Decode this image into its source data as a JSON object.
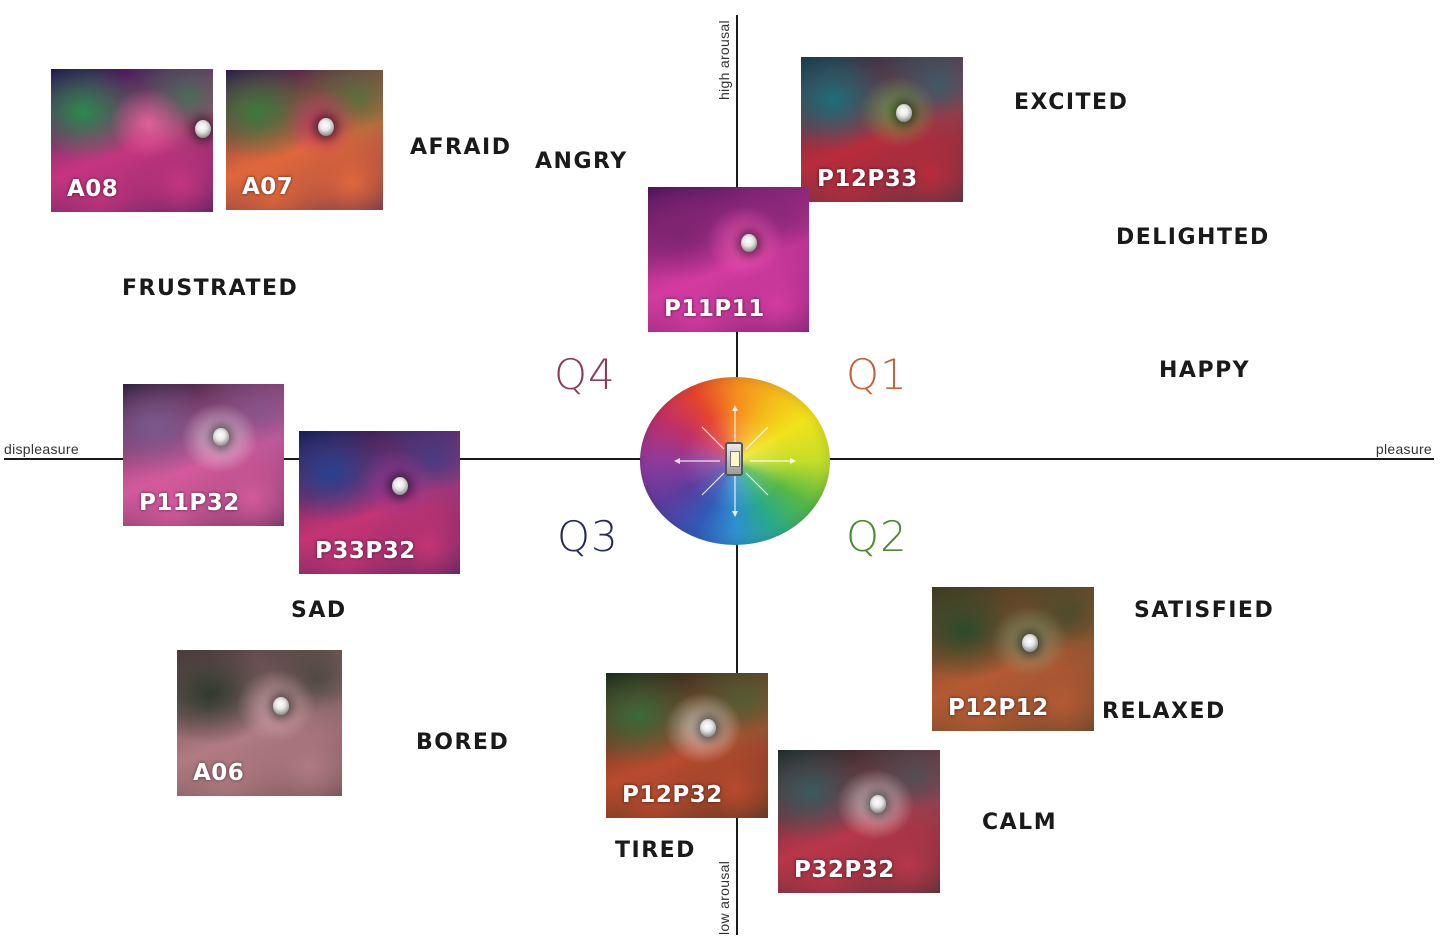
{
  "axes": {
    "top": "high arousal",
    "bottom": "low arousal",
    "left": "displeasure",
    "right": "pleasure"
  },
  "quadrants": [
    {
      "label": "Q1",
      "color": "#c8623a"
    },
    {
      "label": "Q2",
      "color": "#4e8a2f"
    },
    {
      "label": "Q3",
      "color": "#262a5a"
    },
    {
      "label": "Q4",
      "color": "#8e3a5c"
    }
  ],
  "emotions": [
    "EXCITED",
    "DELIGHTED",
    "HAPPY",
    "SATISFIED",
    "RELAXED",
    "CALM",
    "TIRED",
    "BORED",
    "SAD",
    "FRUSTRATED",
    "AFRAID",
    "ANGRY"
  ],
  "images": [
    {
      "label": "A08",
      "palette": [
        "#1e1750",
        "#c4357e",
        "#2a8a4f",
        "#f06aa3"
      ]
    },
    {
      "label": "A07",
      "palette": [
        "#2b1a4c",
        "#e0673c",
        "#3b7a3e",
        "#c2366f"
      ]
    },
    {
      "label": "P12P33",
      "palette": [
        "#143a4a",
        "#b82c3c",
        "#1c6e7a",
        "#6ab14f"
      ]
    },
    {
      "label": "P11P11",
      "palette": [
        "#4a1456",
        "#d33ba0",
        "#7e2470",
        "#f05bb5"
      ]
    },
    {
      "label": "P11P32",
      "palette": [
        "#2e1f3a",
        "#d35a9c",
        "#7a5a8e",
        "#e8e0ea"
      ]
    },
    {
      "label": "P33P32",
      "palette": [
        "#141e52",
        "#c43474",
        "#27418e",
        "#8a3a9a"
      ]
    },
    {
      "label": "A06",
      "palette": [
        "#4a3a3c",
        "#b07a82",
        "#2e3a2c",
        "#d8b0b4"
      ]
    },
    {
      "label": "P12P32",
      "palette": [
        "#162a1a",
        "#b84a2e",
        "#3c6a3a",
        "#e7ede8"
      ]
    },
    {
      "label": "P32P32",
      "palette": [
        "#1c2c2a",
        "#b8364a",
        "#3a5a5e",
        "#e3e8ea"
      ]
    },
    {
      "label": "P12P12",
      "palette": [
        "#3a3a22",
        "#b45a34",
        "#2c4a2a",
        "#8aa27a"
      ]
    }
  ]
}
